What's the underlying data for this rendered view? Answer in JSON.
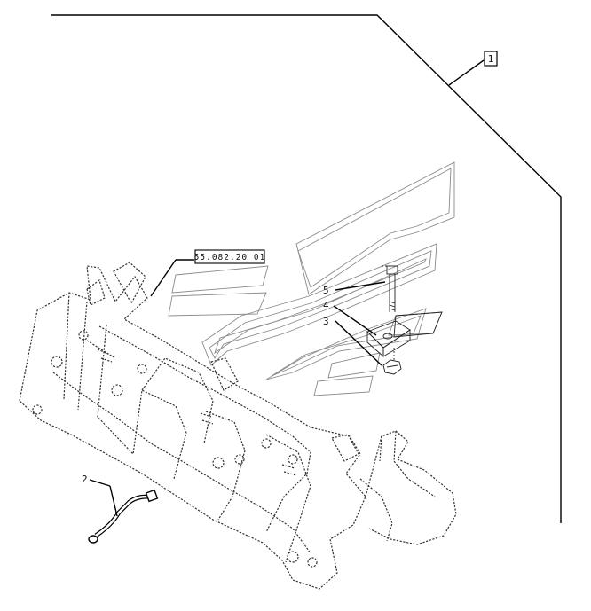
{
  "assembly_ref_box": "1",
  "section_ref": "55.082.20 01",
  "callouts": [
    {
      "id": "callout-5",
      "label": "5"
    },
    {
      "id": "callout-4",
      "label": "4"
    },
    {
      "id": "callout-3",
      "label": "3"
    },
    {
      "id": "callout-2",
      "label": "2"
    }
  ]
}
